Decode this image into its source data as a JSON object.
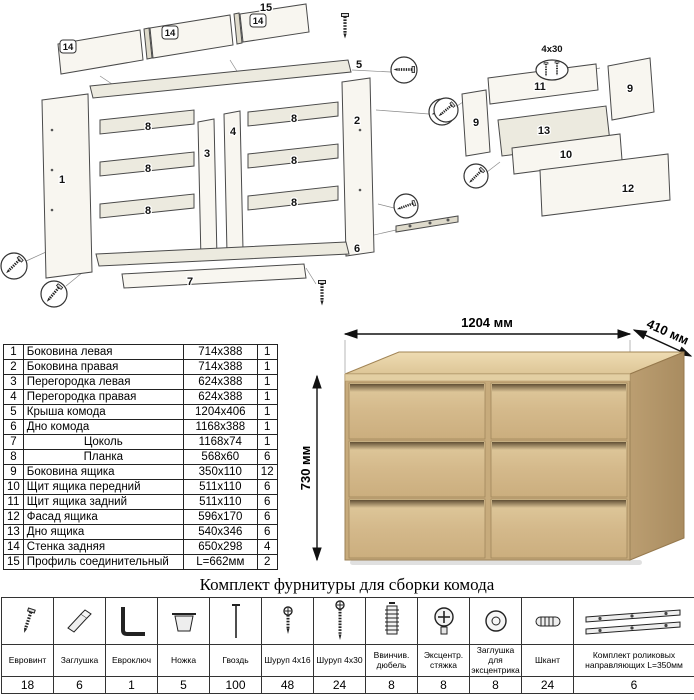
{
  "diagram": {
    "labels": {
      "profile": "15",
      "back_panel": "14",
      "side_left": "1",
      "side_right": "2",
      "partition_left": "3",
      "partition_right": "4",
      "top_board": "5",
      "bottom_board": "6",
      "plinth": "7",
      "rail": "8",
      "drawer_side": "9",
      "drawer_front_shield": "10",
      "drawer_back_shield": "11",
      "drawer_facade": "12",
      "drawer_bottom": "13",
      "screw_size": "4x30"
    }
  },
  "product": {
    "width": "1204 мм",
    "depth": "410 мм",
    "height": "730 мм"
  },
  "parts_table": {
    "rows": [
      {
        "num": "1",
        "name": "Боковина левая",
        "size": "714х388",
        "qty": "1"
      },
      {
        "num": "2",
        "name": "Боковина правая",
        "size": "714х388",
        "qty": "1"
      },
      {
        "num": "3",
        "name": "Перегородка левая",
        "size": "624х388",
        "qty": "1"
      },
      {
        "num": "4",
        "name": "Перегородка правая",
        "size": "624х388",
        "qty": "1"
      },
      {
        "num": "5",
        "name": "Крыша комода",
        "size": "1204х406",
        "qty": "1"
      },
      {
        "num": "6",
        "name": "Дно комода",
        "size": "1168х388",
        "qty": "1"
      },
      {
        "num": "7",
        "name": "Цоколь",
        "size": "1168х74",
        "qty": "1"
      },
      {
        "num": "8",
        "name": "Планка",
        "size": "568х60",
        "qty": "6"
      },
      {
        "num": "9",
        "name": "Боковина ящика",
        "size": "350х110",
        "qty": "12"
      },
      {
        "num": "10",
        "name": "Щит ящика передний",
        "size": "511х110",
        "qty": "6"
      },
      {
        "num": "11",
        "name": "Щит ящика задний",
        "size": "511х110",
        "qty": "6"
      },
      {
        "num": "12",
        "name": "Фасад ящика",
        "size": "596х170",
        "qty": "6"
      },
      {
        "num": "13",
        "name": "Дно ящика",
        "size": "540х346",
        "qty": "6"
      },
      {
        "num": "14",
        "name": "Стенка задняя",
        "size": "650х298",
        "qty": "4"
      },
      {
        "num": "15",
        "name": "Профиль соединительный",
        "size": "L=662мм",
        "qty": "2"
      }
    ]
  },
  "hardware": {
    "title": "Комплект фурнитуры для сборки комода",
    "items": [
      {
        "name": "Евровинт",
        "qty": "18"
      },
      {
        "name": "Заглушка",
        "qty": "6"
      },
      {
        "name": "Евроключ",
        "qty": "1"
      },
      {
        "name": "Ножка",
        "qty": "5"
      },
      {
        "name": "Гвоздь",
        "qty": "100"
      },
      {
        "name": "Шуруп 4х16",
        "qty": "48"
      },
      {
        "name": "Шуруп 4х30",
        "qty": "24"
      },
      {
        "name": "Ввинчив. дюбель",
        "qty": "8"
      },
      {
        "name": "Эксцентр. стяжка",
        "qty": "8"
      },
      {
        "name": "Заглушка для эксцентрика",
        "qty": "8"
      },
      {
        "name": "Шкант",
        "qty": "24"
      },
      {
        "name": "Комплект роликовых направляющих L=350мм",
        "qty": "6"
      }
    ]
  }
}
